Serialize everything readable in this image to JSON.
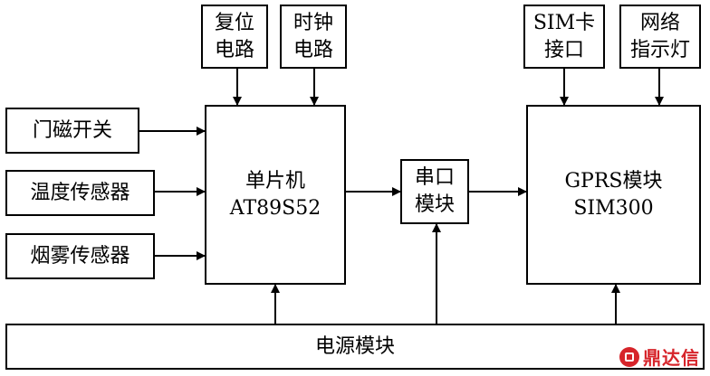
{
  "blocks": {
    "reset": "复位\n电路",
    "clock": "时钟\n电路",
    "sim_card": "SIM卡\n接口",
    "net_led": "网络\n指示灯",
    "door": "门磁开关",
    "temp": "温度传感器",
    "smoke": "烟雾传感器",
    "mcu": "单片机\nAT89S52",
    "serial": "串口\n模块",
    "gprs": "GPRS模块\nSIM300",
    "power": "电源模块"
  },
  "watermark": "鼎达信",
  "colors": {
    "line": "#000000",
    "watermark": "#d6242a"
  }
}
